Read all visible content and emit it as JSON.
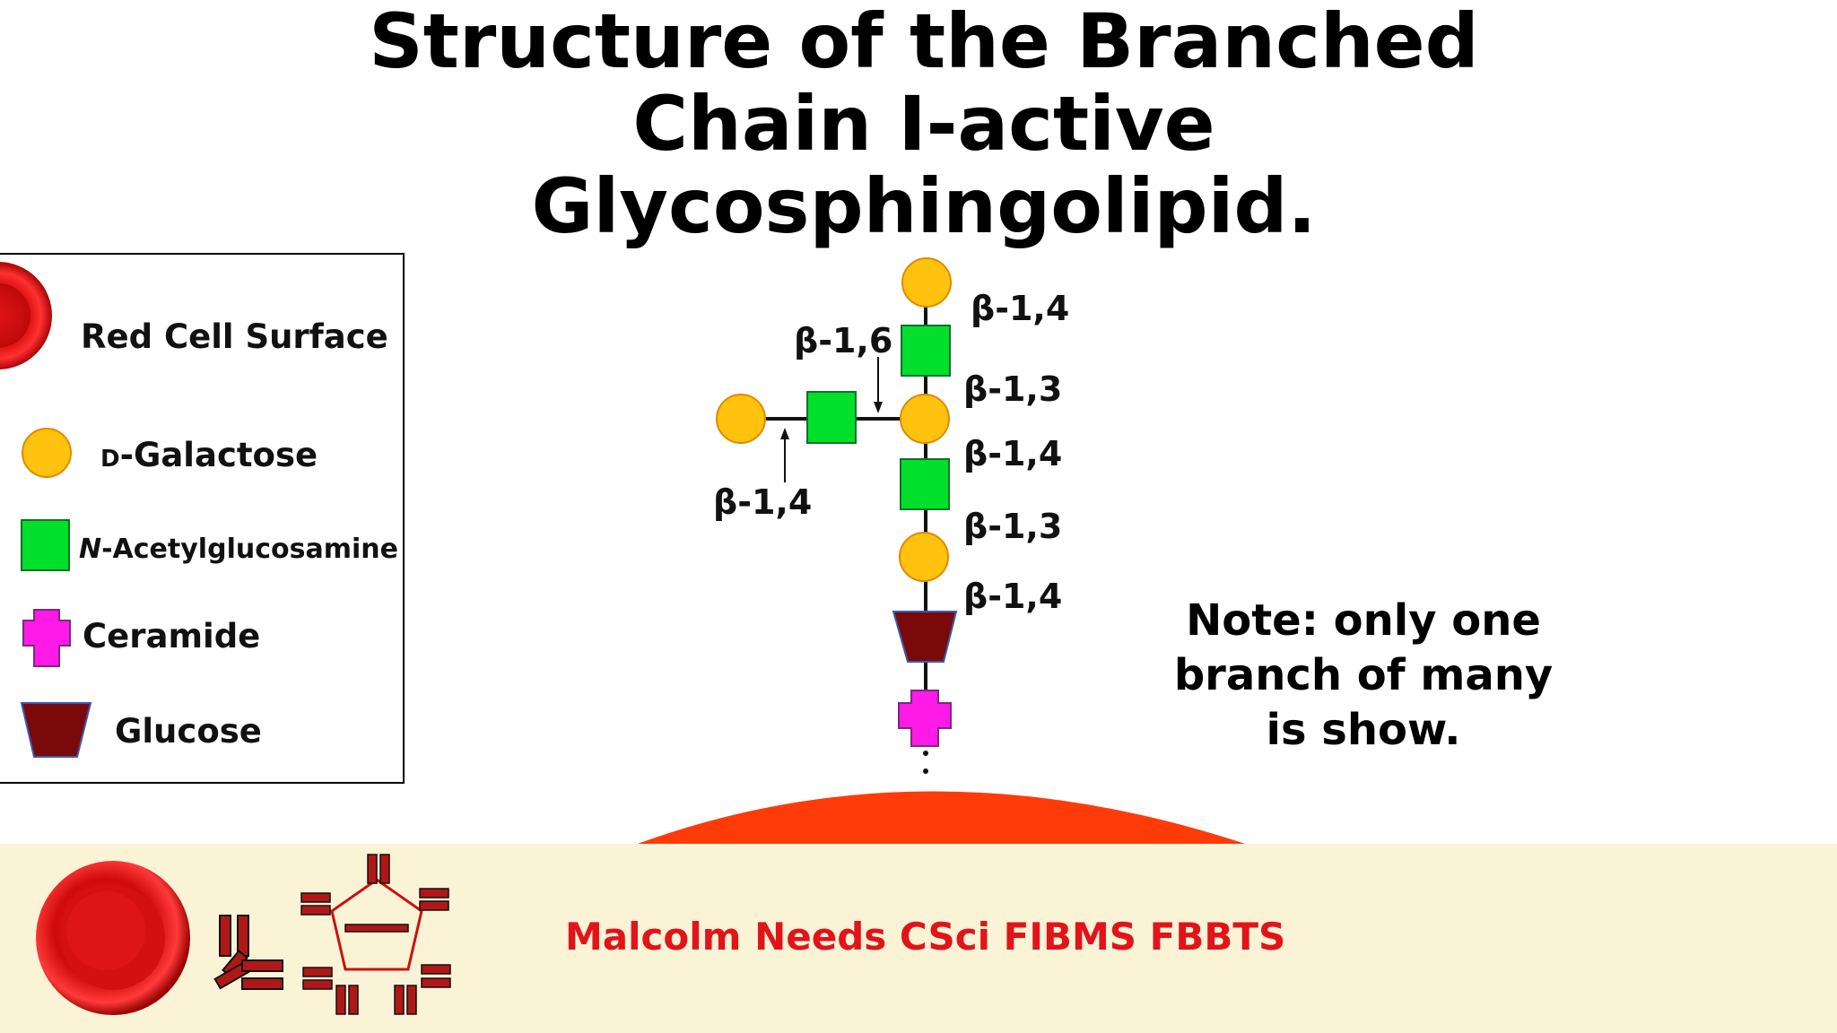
{
  "title": {
    "line1": "Structure of the Branched",
    "line2": "Chain I-active",
    "line3": "Glycosphingolipid."
  },
  "legend": {
    "red_cell": "Red Cell Surface",
    "galactose_prefix": "D",
    "galactose_rest": "-Galactose",
    "glcnac_italic": "N",
    "glcnac_rest": "-Acetylglucosamine",
    "ceramide": "Ceramide",
    "glucose": "Glucose"
  },
  "linkages": {
    "top": "β-1,4",
    "branch_point": "β-1,6",
    "upper_mid": "β-1,3",
    "mid": "β-1,4",
    "lower_mid": "β-1,3",
    "bottom": "β-1,4",
    "branch": "β-1,4"
  },
  "note": {
    "line1": "Note:  only one",
    "line2": "branch of many",
    "line3": "is show."
  },
  "footer": {
    "credit": "Malcolm Needs CSci FIBMS FBBTS"
  },
  "colors": {
    "galactose": "#FFC20E",
    "glcnac": "#00E02A",
    "ceramide": "#FF1AE8",
    "glucose": "#7A0A0A",
    "red_cell": "#FF3B0A",
    "footer_bg": "#FBF3D6",
    "credit_text": "#E0141A"
  }
}
